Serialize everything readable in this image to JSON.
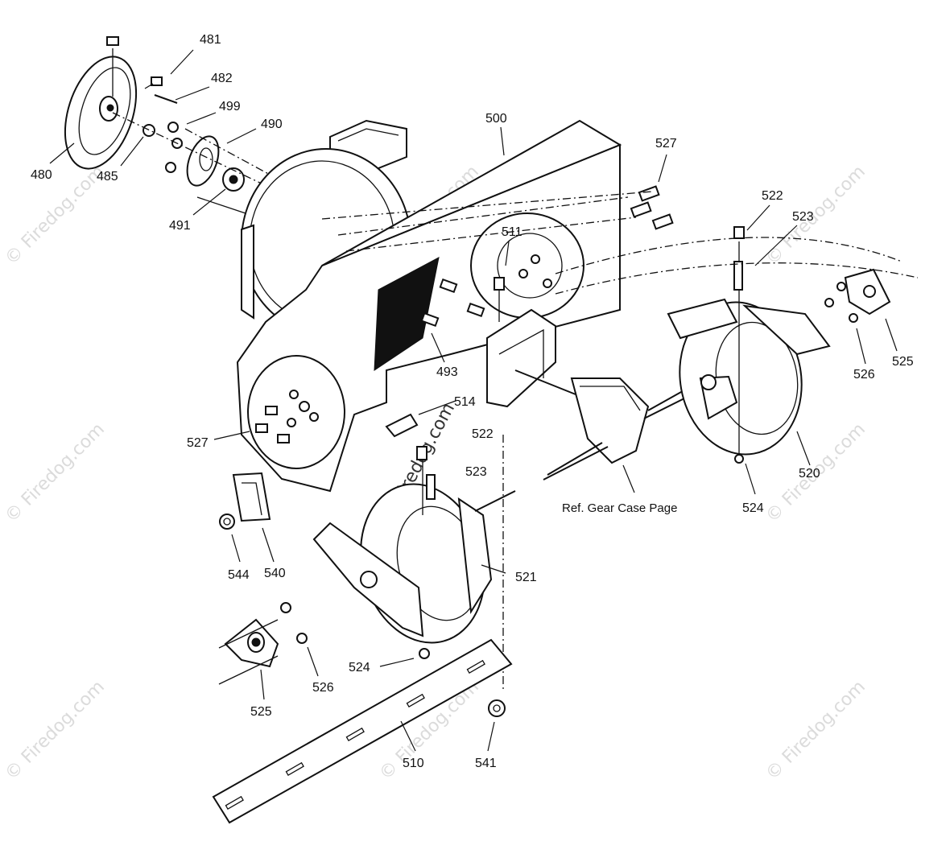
{
  "diagram": {
    "reference_note": "Ref. Gear Case Page",
    "watermark": "© Firedog.com",
    "callouts": [
      "481",
      "482",
      "499",
      "490",
      "480",
      "485",
      "491",
      "500",
      "527",
      "511",
      "522",
      "523",
      "493",
      "525",
      "526",
      "514",
      "527",
      "522",
      "523",
      "520",
      "524",
      "544",
      "540",
      "521",
      "525",
      "526",
      "524",
      "510",
      "541"
    ]
  },
  "colors": {
    "ink": "#111111",
    "paper": "#ffffff",
    "watermark": "#cfcfcf"
  }
}
